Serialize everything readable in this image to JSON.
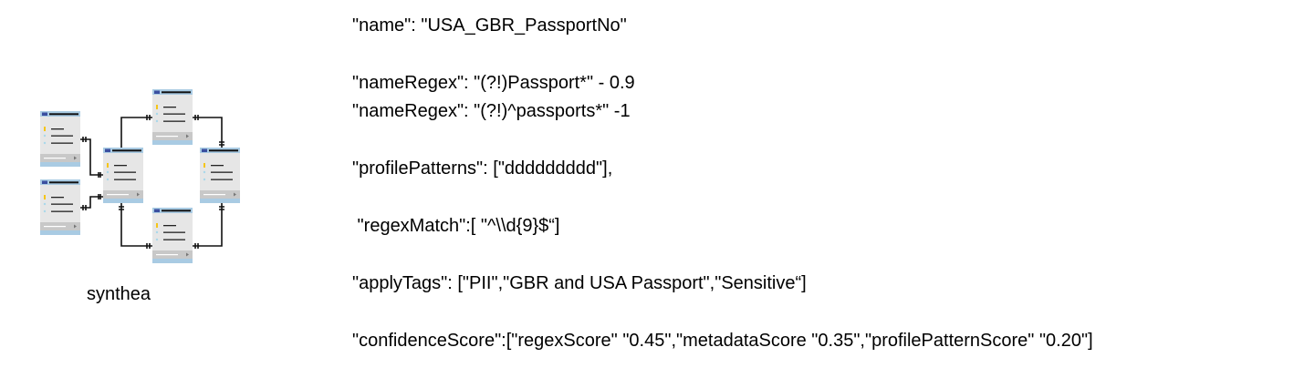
{
  "diagram": {
    "label": "synthea",
    "colors": {
      "header": "#a9cbe3",
      "body": "#e6e6e6",
      "footer": "#c8c8c8",
      "key": "#f5c518",
      "icon": "#3b4fa0"
    }
  },
  "rule": {
    "name": "\"name\": \"USA_GBR_PassportNo\"",
    "nameRegex1": "\"nameRegex\": \"(?!)Passport*\" - 0.9",
    "nameRegex2": "\"nameRegex\": \"(?!)^passports*\" -1",
    "profilePatterns": "\"profilePatterns\": [\"ddddddddd\"],",
    "regexMatch": " \"regexMatch\":[ \"^\\\\d{9}$“]",
    "applyTags": "\"applyTags\": [\"PII\",\"GBR and USA Passport\",\"Sensitive“]",
    "confidenceScore": "\"confidenceScore\":[\"regexScore\" \"0.45\",\"metadataScore \"0.35\",\"profilePatternScore\" \"0.20\"]"
  }
}
